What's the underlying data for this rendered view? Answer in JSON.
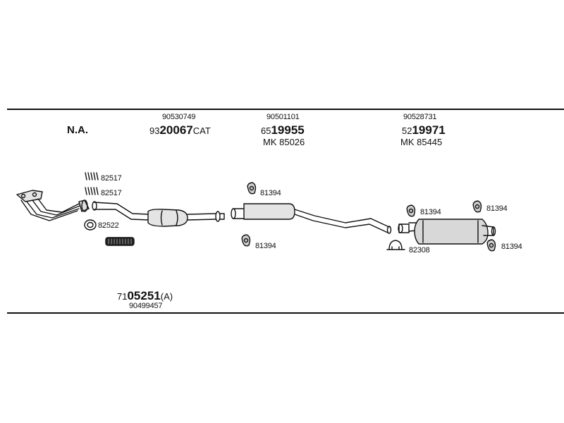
{
  "header": {
    "na_label": "N.A.",
    "col1": {
      "ref": "90530749",
      "prefix": "93",
      "main": "20067",
      "suffix": "CAT"
    },
    "col2": {
      "ref": "90501101",
      "prefix": "65",
      "main": "19955",
      "mk": "MK 85026"
    },
    "col3": {
      "ref": "90528731",
      "prefix": "52",
      "main": "19971",
      "mk": "MK 85445"
    }
  },
  "footer": {
    "prefix": "71",
    "main": "05251",
    "suffix": "(A)",
    "ref": "90499457"
  },
  "labels": {
    "spring_top": "82517",
    "spring_bottom": "82517",
    "gasket": "82522",
    "hanger_a_top": "81394",
    "hanger_a_bottom": "81394",
    "hanger_b_left": "81394",
    "hanger_b_right": "81394",
    "hanger_b_bottom": "81394",
    "clamp": "82308"
  }
}
